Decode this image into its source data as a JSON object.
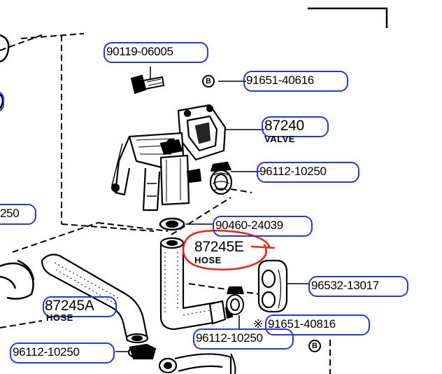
{
  "parts": [
    {
      "id": "p1",
      "number": "90119-06005"
    },
    {
      "id": "p2",
      "number": "91651-40616"
    },
    {
      "id": "p3",
      "number": "87240",
      "name": "VALVE"
    },
    {
      "id": "p4",
      "number": "96112-10250"
    },
    {
      "id": "p5",
      "number": "90460-24039"
    },
    {
      "id": "p6",
      "number": "87245E",
      "name": "HOSE"
    },
    {
      "id": "p7",
      "number": "96532-13017"
    },
    {
      "id": "p8",
      "number": "87245A",
      "name": "HOSE"
    },
    {
      "id": "p9",
      "number": "91651-40816",
      "prefix": "※"
    },
    {
      "id": "p10",
      "number": "96112-10250"
    },
    {
      "id": "p11",
      "number": "96112-10250"
    }
  ],
  "partial_labels": {
    "left_cut": "250"
  },
  "markers": {
    "b_upper": "B",
    "b_lower": "B"
  },
  "colors": {
    "highlight_blue": "#2d34d4",
    "selection_red": "#e0281e",
    "ink": "#000000"
  }
}
